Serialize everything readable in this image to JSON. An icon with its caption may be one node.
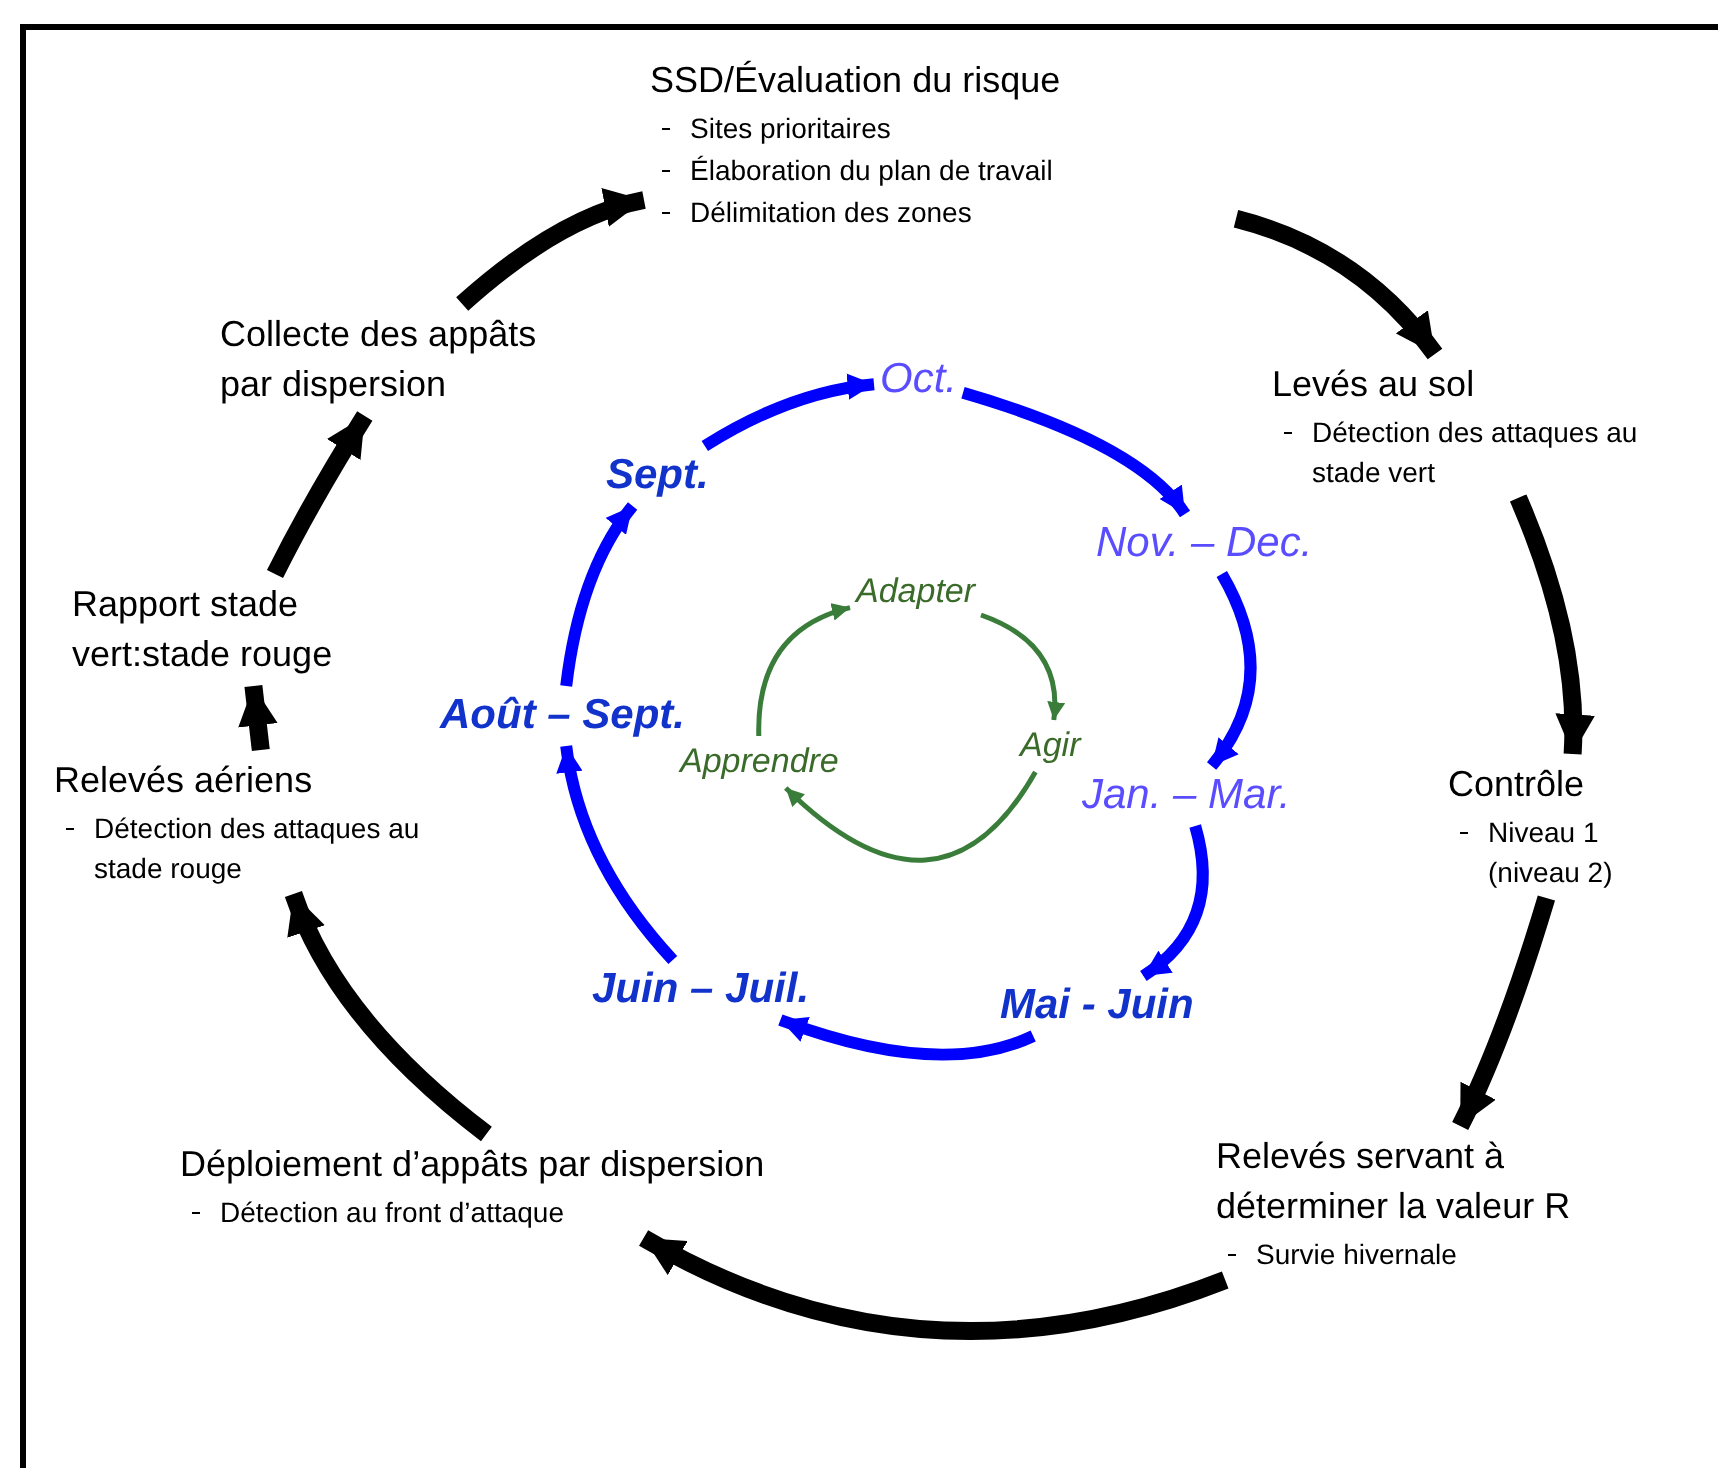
{
  "diagram": {
    "nodes": [
      {
        "text": [
          "SSD/Évaluation du risque",
          "Sites prioritaires",
          "Élaboration du plan de travail",
          "Délimitation des zones"
        ]
      },
      {
        "text": [
          "Levés au sol",
          "Détection des attaques au stade vert"
        ]
      },
      {
        "text": [
          "Contrôle",
          "Niveau 1 (niveau 2)"
        ]
      },
      {
        "text": [
          "Relevés servant à déterminer la valeur R",
          "Survie hivernale"
        ]
      },
      {
        "text": [
          "Déploiement d’appâts par dispersion",
          "Détection au front d’attaque"
        ]
      },
      {
        "text": [
          "Relevés aériens",
          "Détection des attaques au stade rouge"
        ]
      },
      {
        "text": [
          "Rapport stade vert:stade rouge"
        ]
      },
      {
        "text": [
          "Collecte des appâts par dispersion"
        ]
      },
      {
        "text": [
          "Oct."
        ]
      },
      {
        "text": [
          "Nov. – Dec."
        ]
      },
      {
        "text": [
          "Jan. – Mar."
        ]
      },
      {
        "text": [
          "Mai - Juin"
        ]
      },
      {
        "text": [
          "Juin – Juil."
        ]
      },
      {
        "text": [
          "Août – Sept."
        ]
      },
      {
        "text": [
          "Sept."
        ]
      },
      {
        "text": [
          "Adapter"
        ]
      },
      {
        "text": [
          "Agir"
        ]
      },
      {
        "text": [
          "Apprendre"
        ]
      }
    ],
    "edges": [
      {
        "from": 0,
        "to": 1,
        "arrow": "to"
      },
      {
        "from": 1,
        "to": 2,
        "arrow": "to"
      },
      {
        "from": 2,
        "to": 3,
        "arrow": "to"
      },
      {
        "from": 3,
        "to": 4,
        "arrow": "to"
      },
      {
        "from": 4,
        "to": 5,
        "arrow": "to"
      },
      {
        "from": 5,
        "to": 6,
        "arrow": "to"
      },
      {
        "from": 6,
        "to": 7,
        "arrow": "to"
      },
      {
        "from": 7,
        "to": 0,
        "arrow": "to"
      },
      {
        "from": 8,
        "to": 9,
        "arrow": "to",
        "color": "#0000ff"
      },
      {
        "from": 9,
        "to": 10,
        "arrow": "to",
        "color": "#0000ff"
      },
      {
        "from": 10,
        "to": 11,
        "arrow": "to",
        "color": "#0000ff"
      },
      {
        "from": 11,
        "to": 12,
        "arrow": "to",
        "color": "#0000ff"
      },
      {
        "from": 12,
        "to": 13,
        "arrow": "to",
        "color": "#0000ff"
      },
      {
        "from": 13,
        "to": 14,
        "arrow": "to",
        "color": "#0000ff"
      },
      {
        "from": 14,
        "to": 8,
        "arrow": "to",
        "color": "#0000ff"
      },
      {
        "from": 15,
        "to": 16,
        "arrow": "to",
        "color": "#3a7d3a"
      },
      {
        "from": 16,
        "to": 17,
        "arrow": "to",
        "color": "#3a7d3a"
      },
      {
        "from": 17,
        "to": 15,
        "arrow": "to",
        "color": "#3a7d3a"
      }
    ]
  }
}
